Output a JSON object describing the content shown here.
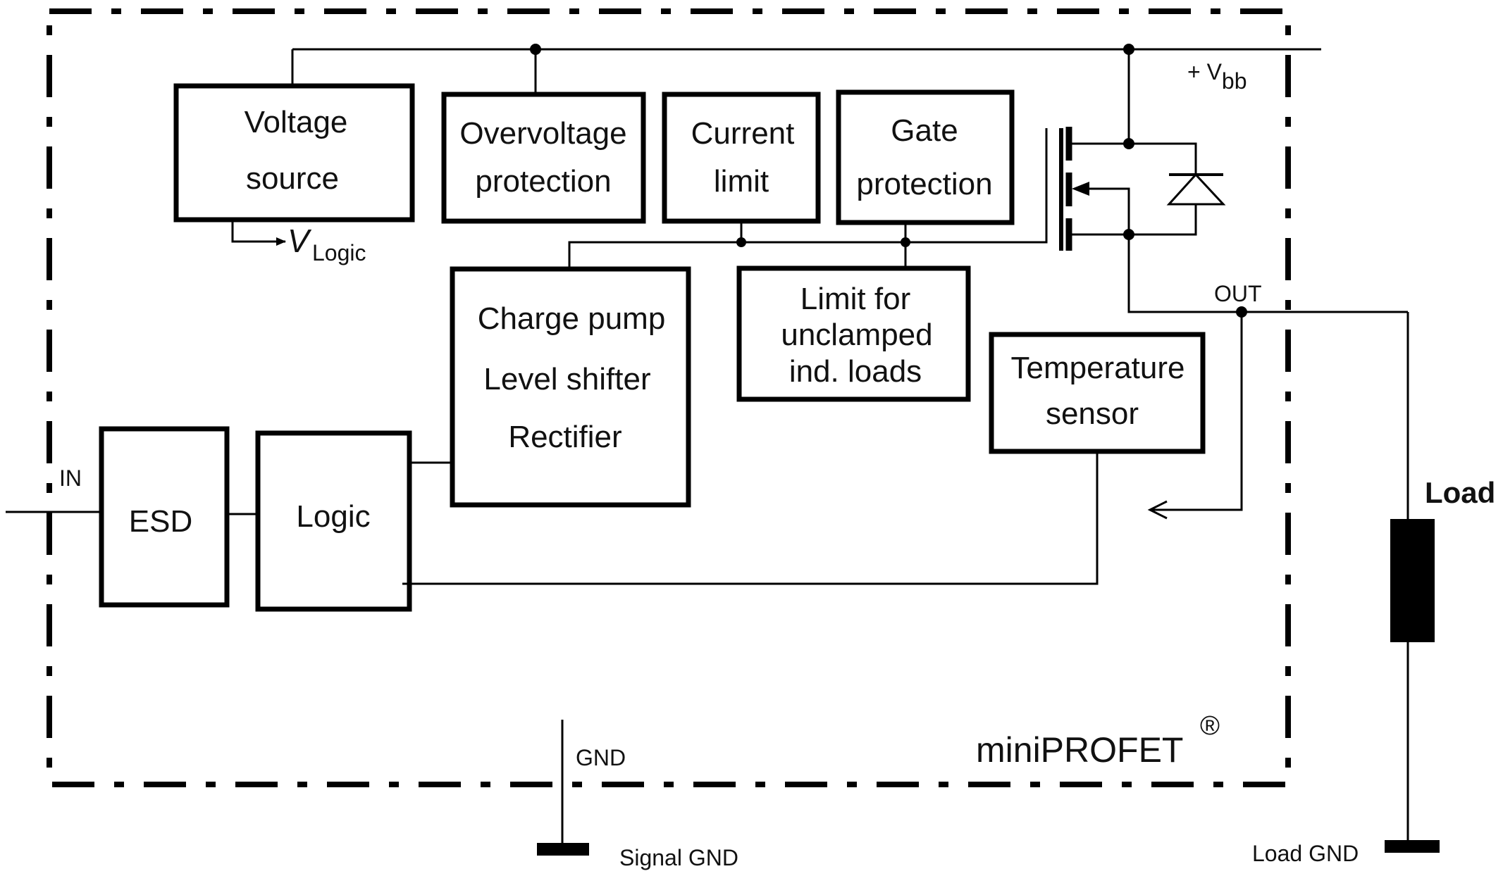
{
  "blocks": {
    "voltage_source": [
      "Voltage",
      "source"
    ],
    "overvoltage": [
      "Overvoltage",
      "protection"
    ],
    "current_limit": [
      "Current",
      "limit"
    ],
    "gate_protection": [
      "Gate",
      "protection"
    ],
    "charge_pump": [
      "Charge pump",
      "Level shifter",
      "Rectifier"
    ],
    "limit_unclamped": [
      "Limit for",
      "unclamped",
      "ind. loads"
    ],
    "temperature_sensor": [
      "Temperature",
      "sensor"
    ],
    "esd": "ESD",
    "logic": "Logic"
  },
  "signals": {
    "v_logic_main": "V",
    "v_logic_sub": "Logic",
    "vbb_main": "+ V",
    "vbb_sub": "bb",
    "in": "IN",
    "out": "OUT",
    "gnd": "GND",
    "signal_gnd": "Signal GND",
    "load_gnd": "Load GND",
    "load": "Load"
  },
  "brand": {
    "name": "miniPROFET",
    "registered": "®"
  }
}
